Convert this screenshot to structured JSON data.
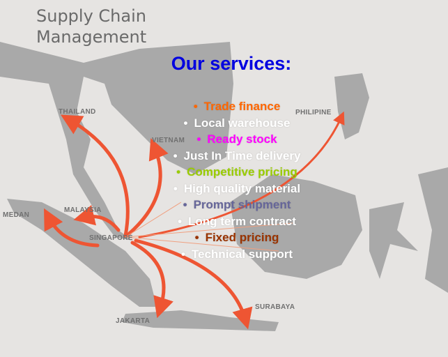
{
  "title": {
    "line1": "Supply Chain",
    "line2": "Management"
  },
  "heading": "Our services:",
  "services": [
    {
      "label": "Trade finance",
      "color": "#ff6600"
    },
    {
      "label": "Local warehouse",
      "color": "#ffffff"
    },
    {
      "label": "Ready stock",
      "color": "#ff00ff"
    },
    {
      "label": "Just In Time delivery",
      "color": "#ffffff"
    },
    {
      "label": "Competitive pricing",
      "color": "#99cc00"
    },
    {
      "label": "High quality material",
      "color": "#ffffff"
    },
    {
      "label": "Prompt shipment",
      "color": "#666699"
    },
    {
      "label": "Long term contract",
      "color": "#ffffff"
    },
    {
      "label": "Fixed pricing",
      "color": "#993300"
    },
    {
      "label": "Technical support",
      "color": "#ffffff"
    }
  ],
  "places": {
    "thailand": "THAILAND",
    "vietnam": "VIETNAM",
    "philipine": "PHILIPINE",
    "malaysia": "MALAYSIA",
    "medan": "MEDAN",
    "singapore": "SINGAPORE",
    "jakarta": "JAKARTA",
    "surabaya": "SURABAYA"
  },
  "colors": {
    "land": "#a9a9a9",
    "arrow": "#ee5533",
    "heading": "#0000e0"
  }
}
